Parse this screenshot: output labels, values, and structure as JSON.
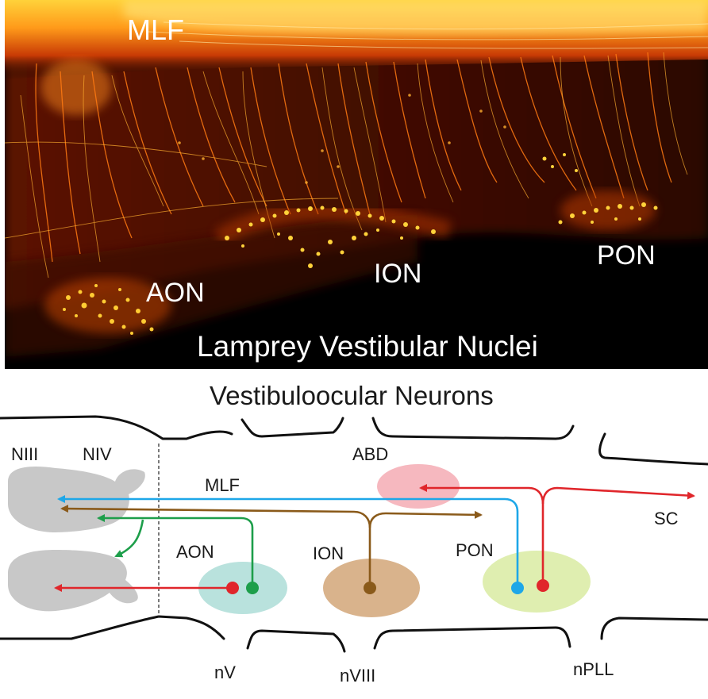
{
  "micrograph": {
    "labels": {
      "mlf": "MLF",
      "aon": "AON",
      "ion": "ION",
      "pon": "PON",
      "title": "Lamprey Vestibular Nuclei"
    }
  },
  "schematic": {
    "title": "Vestibuloocular Neurons",
    "labels": {
      "niii": "NIII",
      "niv": "NIV",
      "mlf": "MLF",
      "abd": "ABD",
      "sc": "SC",
      "aon": "AON",
      "ion": "ION",
      "pon": "PON",
      "nv": "nV",
      "nviii": "nVIII",
      "npll": "nPLL"
    }
  },
  "colors": {
    "fluorescence": "#ff8a1a",
    "blue_path": "#1ea7e8",
    "red_path": "#e0262b",
    "green_path": "#1d9e4a",
    "brown_path": "#8a5a1a",
    "abd_fill": "#f6b8bf",
    "aon_fill": "#b9e2dd",
    "ion_fill": "#d9b38c",
    "pon_fill": "#dfeeb0",
    "nucleus_fill": "#c8c8c8"
  }
}
